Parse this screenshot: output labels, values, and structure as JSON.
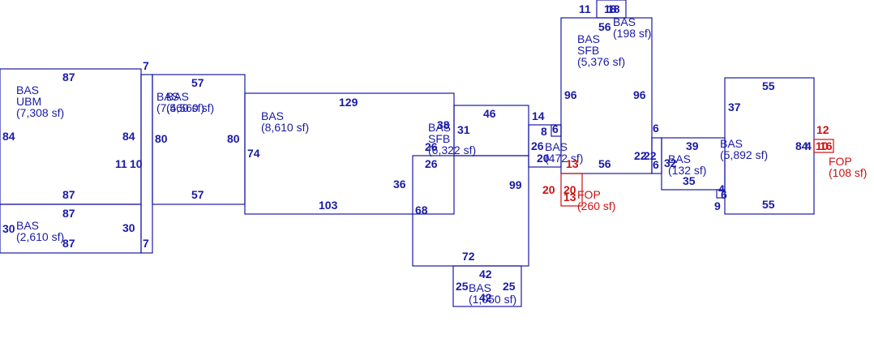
{
  "colors": {
    "wall": "#1a1aa6",
    "porch": "#cc1111",
    "background": "#ffffff"
  },
  "labels": [
    "BAS",
    "UBM",
    "(7,308 sf)",
    "BAS",
    "(2,610 sf)",
    "BAS",
    "(7,560 sf)",
    "BAS",
    "(4,560 sf)",
    "BAS",
    "(8,610 sf)",
    "BAS",
    "SFB",
    "(6,322 sf)",
    "BAS",
    "(1,050 sf)",
    "BAS",
    "SFB",
    "(5,376 sf)",
    "BAS",
    "(198 sf)",
    "BAS",
    "(472 sf)",
    "FOP",
    "(260 sf)",
    "BAS",
    "(132 sf)",
    "BAS",
    "(5,892 sf)",
    "FOP",
    "(108 sf)"
  ],
  "dimensions": [
    "87",
    "84",
    "84",
    "87",
    "7",
    "11",
    "10",
    "87",
    "87",
    "30",
    "30",
    "7",
    "57",
    "80",
    "80",
    "57",
    "129",
    "74",
    "103",
    "38",
    "31",
    "26",
    "26",
    "46",
    "36",
    "99",
    "68",
    "72",
    "42",
    "25",
    "25",
    "42",
    "14",
    "8",
    "6",
    "26",
    "20",
    "11",
    "18",
    "18",
    "56",
    "96",
    "96",
    "56",
    "13",
    "20",
    "20",
    "13",
    "6",
    "22",
    "22",
    "6",
    "39",
    "32",
    "35",
    "4",
    "6",
    "55",
    "37",
    "84",
    "4",
    "9",
    "55",
    "12",
    "10",
    "16"
  ]
}
